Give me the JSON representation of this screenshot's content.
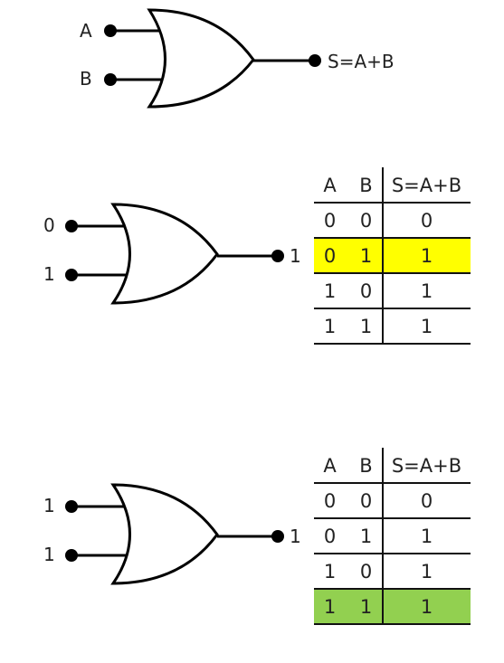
{
  "colors": {
    "highlight_yellow": "#ffff00",
    "highlight_green": "#92d050",
    "stroke": "#000000"
  },
  "top_gate": {
    "input_a": "A",
    "input_b": "B",
    "output": "S=A+B"
  },
  "gate_2": {
    "input_a": "0",
    "input_b": "1",
    "output": "1"
  },
  "gate_3": {
    "input_a": "1",
    "input_b": "1",
    "output": "1"
  },
  "table_2": {
    "headers": [
      "A",
      "B",
      "S=A+B"
    ],
    "rows": [
      [
        "0",
        "0",
        "0"
      ],
      [
        "0",
        "1",
        "1"
      ],
      [
        "1",
        "0",
        "1"
      ],
      [
        "1",
        "1",
        "1"
      ]
    ],
    "highlight_row": 1,
    "highlight_color": "#ffff00"
  },
  "table_3": {
    "headers": [
      "A",
      "B",
      "S=A+B"
    ],
    "rows": [
      [
        "0",
        "0",
        "0"
      ],
      [
        "0",
        "1",
        "1"
      ],
      [
        "1",
        "0",
        "1"
      ],
      [
        "1",
        "1",
        "1"
      ]
    ],
    "highlight_row": 3,
    "highlight_color": "#92d050"
  }
}
